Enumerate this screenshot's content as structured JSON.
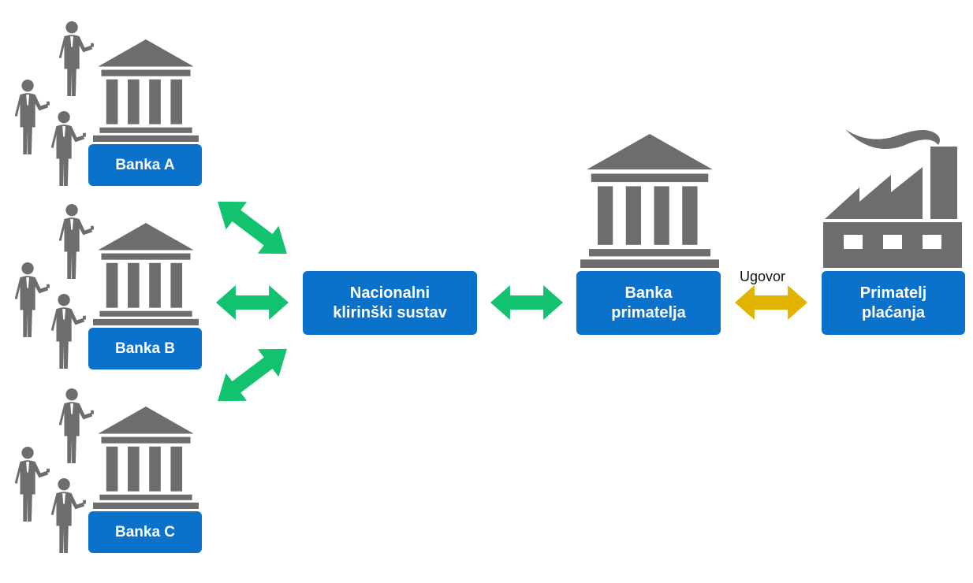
{
  "colors": {
    "box_fill": "#0b72cc",
    "box_text": "#ffffff",
    "icon_gray": "#6e6d6e",
    "arrow_green": "#12c26f",
    "arrow_yellow": "#e2b400"
  },
  "nodes": {
    "bank_a": "Banka A",
    "bank_b": "Banka B",
    "bank_c": "Banka C",
    "clearing_line1": "Nacionalni",
    "clearing_line2": "klirinški sustav",
    "receiving_bank_line1": "Banka",
    "receiving_bank_line2": "primatelja",
    "payee_line1": "Primatelj",
    "payee_line2": "plaćanja"
  },
  "edges": {
    "contract_label": "Ugovor"
  },
  "icons": [
    "person-icon",
    "bank-building-icon",
    "factory-icon",
    "double-arrow-icon"
  ]
}
